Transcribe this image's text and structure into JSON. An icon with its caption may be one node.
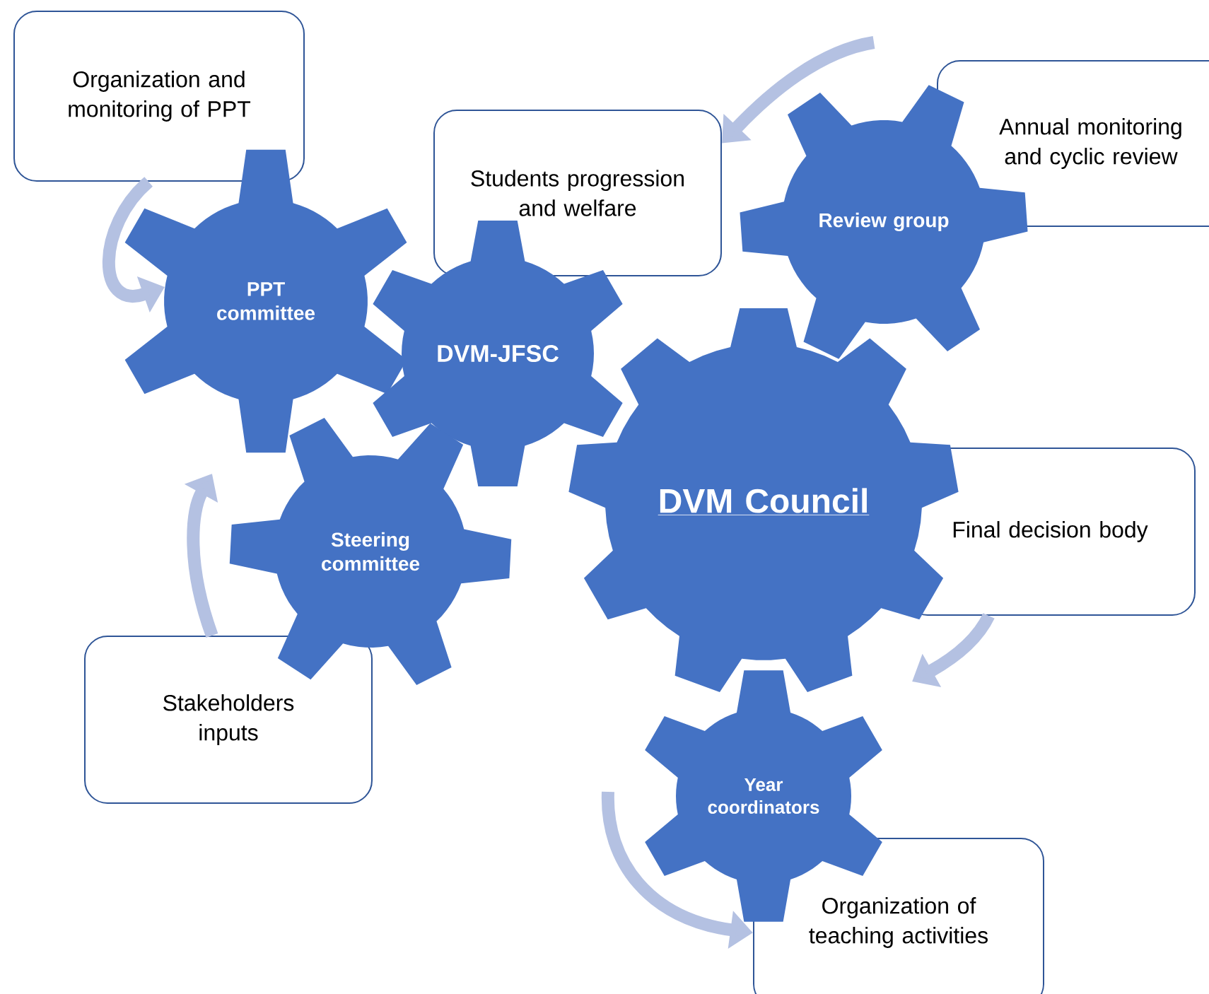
{
  "diagram": {
    "nodes": [
      {
        "text": [
          "Organization and monitoring of PPT"
        ]
      },
      {
        "text": [
          "PPT committee"
        ]
      },
      {
        "text": [
          "Students progression and welfare"
        ]
      },
      {
        "text": [
          "DVM-JFSC"
        ]
      },
      {
        "text": [
          "Review group"
        ]
      },
      {
        "text": [
          "Annual monitoring and cyclic review"
        ]
      },
      {
        "text": [
          "DVM Council"
        ]
      },
      {
        "text": [
          "Final decision body"
        ]
      },
      {
        "text": [
          "Steering committee"
        ]
      },
      {
        "text": [
          "Stakeholders inputs"
        ]
      },
      {
        "text": [
          "Year coordinators"
        ]
      },
      {
        "text": [
          "Organization of teaching activities"
        ]
      }
    ],
    "edges": [
      {
        "from": 0,
        "to": 1,
        "arrow": "to"
      },
      {
        "from": 9,
        "to": null,
        "arrow": "to"
      },
      {
        "from": null,
        "to": 2,
        "arrow": "to"
      },
      {
        "from": 7,
        "to": null,
        "arrow": "to"
      },
      {
        "from": null,
        "to": 11,
        "arrow": "to"
      }
    ]
  }
}
